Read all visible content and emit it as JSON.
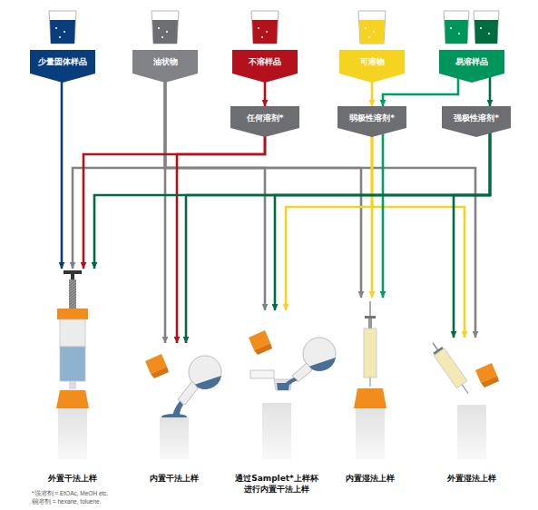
{
  "diagram": {
    "nodes": [
      {
        "text": [
          "少量固体样品"
        ]
      },
      {
        "text": [
          "油状物"
        ]
      },
      {
        "text": [
          "不溶样品"
        ]
      },
      {
        "text": [
          "可溶物"
        ]
      },
      {
        "text": [
          "易溶样品"
        ]
      },
      {
        "text": [
          "任何溶剂*"
        ]
      },
      {
        "text": [
          "弱极性溶剂*"
        ]
      },
      {
        "text": [
          "强极性溶剂*"
        ]
      },
      {
        "text": [
          "外置干法上样"
        ]
      },
      {
        "text": [
          "内置干法上样"
        ]
      },
      {
        "text": [
          "通过Samplet*上样杯 进行内置干法上样"
        ]
      },
      {
        "text": [
          "内置湿法上样"
        ]
      },
      {
        "text": [
          "外置湿法上样"
        ]
      }
    ],
    "edges": [
      {
        "from": 0,
        "to": 8,
        "arrow": "to"
      },
      {
        "from": 1,
        "to": 8,
        "arrow": "to"
      },
      {
        "from": 1,
        "to": 9,
        "arrow": "to"
      },
      {
        "from": 1,
        "to": 10,
        "arrow": "to"
      },
      {
        "from": 1,
        "to": 11,
        "arrow": "to"
      },
      {
        "from": 1,
        "to": 12,
        "arrow": "to"
      },
      {
        "from": 2,
        "to": 5,
        "arrow": "to"
      },
      {
        "from": 3,
        "to": 6,
        "arrow": "to"
      },
      {
        "from": 4,
        "to": 6,
        "arrow": "to"
      },
      {
        "from": 4,
        "to": 7,
        "arrow": "to"
      },
      {
        "from": 5,
        "to": 8,
        "arrow": "to"
      },
      {
        "from": 5,
        "to": 9,
        "arrow": "to"
      },
      {
        "from": 6,
        "to": 10,
        "arrow": "to"
      },
      {
        "from": 6,
        "to": 11,
        "arrow": "to"
      },
      {
        "from": 6,
        "to": 12,
        "arrow": "to"
      },
      {
        "from": 6,
        "to": 11,
        "arrow": "to"
      },
      {
        "from": 7,
        "to": 8,
        "arrow": "to"
      },
      {
        "from": 7,
        "to": 9,
        "arrow": "to"
      },
      {
        "from": 7,
        "to": 10,
        "arrow": "to"
      },
      {
        "from": 7,
        "to": 12,
        "arrow": "to"
      }
    ],
    "labels": [
      "*强溶剂 = EtOAc, MeOH etc.",
      "弱溶剂 = hexane, toluene."
    ]
  }
}
